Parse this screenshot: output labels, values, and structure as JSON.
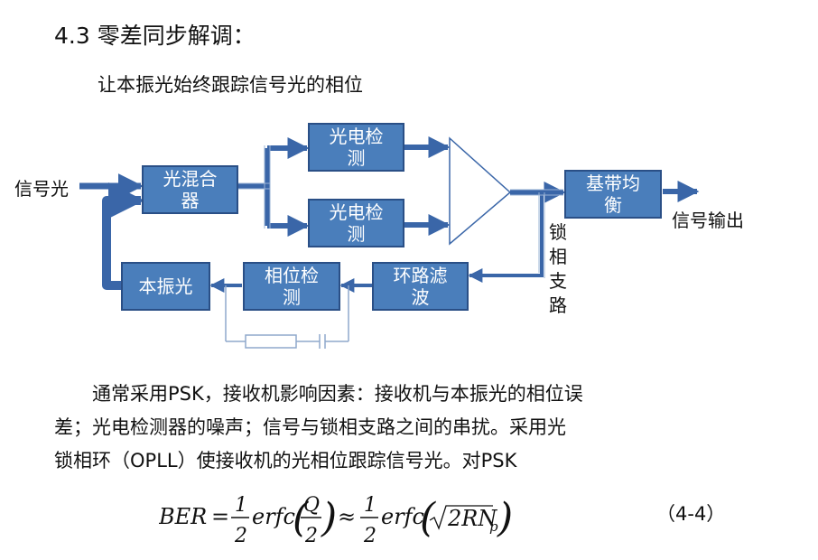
{
  "slide_title": "4.3 零差同步解调：",
  "subtitle": "让本振光始终跟踪信号光的相位",
  "diagram": {
    "input_label": "信号光",
    "output_label": "信号输出",
    "pll_branch_label": "锁相支路",
    "blocks": {
      "mixer": [
        "光混合",
        "器"
      ],
      "detector_top": [
        "光电检",
        "测"
      ],
      "detector_bottom": [
        "光电检",
        "测"
      ],
      "equalizer": [
        "基带均",
        "衡"
      ],
      "local_oscillator": [
        "本振光"
      ],
      "phase_detector": [
        "相位检",
        "测"
      ],
      "loop_filter": [
        "环路滤",
        "波"
      ]
    },
    "colors": {
      "block_fill": "#4a7ebb",
      "block_border": "#2a4f86",
      "line": "#3a66a8",
      "thin_line": "#9ab3d6"
    }
  },
  "body_lines": [
    "　　通常采用PSK，接收机影响因素：接收机与本振光的相位误",
    "差；光电检测器的噪声；信号与锁相支路之间的串扰。采用光",
    "锁相环（OPLL）使接收机的光相位跟踪信号光。对PSK"
  ],
  "formula": {
    "lhs": "BER",
    "equals": "=",
    "half_num": "1",
    "half_den": "2",
    "func": "erfc",
    "q_num": "Q",
    "q_den": "2",
    "approx": "≈",
    "sqrt_body": "2RN",
    "sqrt_sub": "p"
  },
  "equation_number": "（4-4）"
}
